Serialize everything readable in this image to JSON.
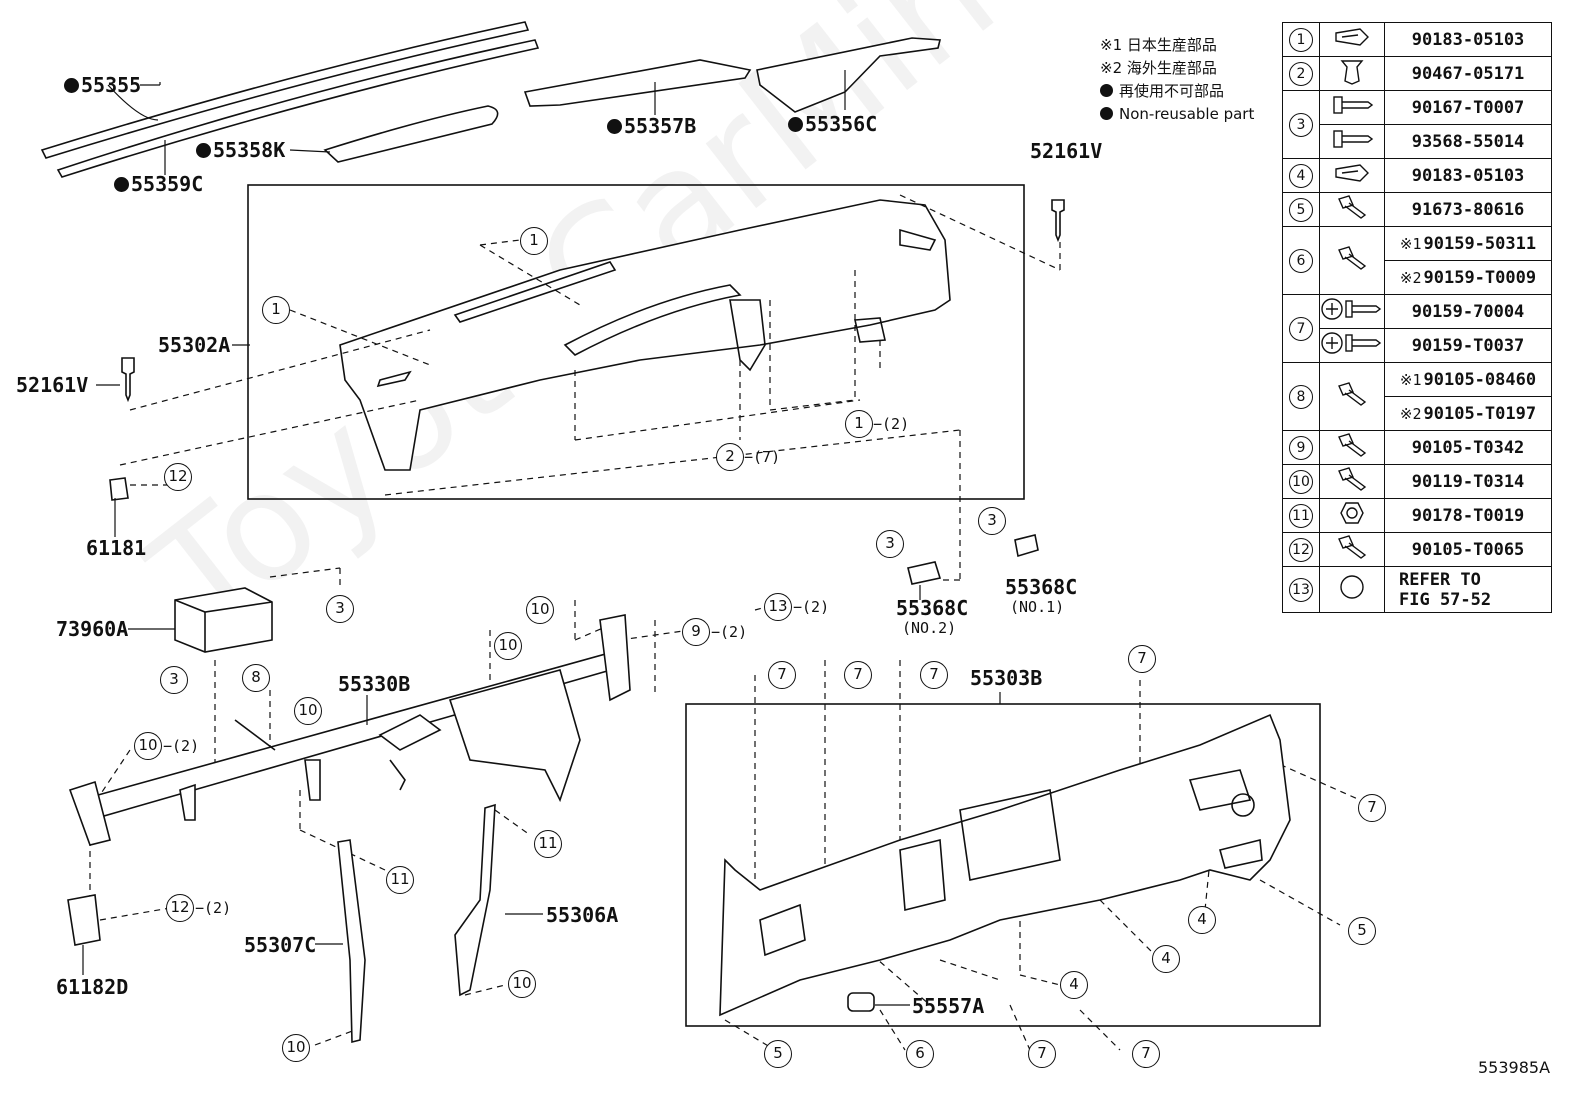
{
  "legend": {
    "note1": "※1 日本生産部品",
    "note2": "※2 海外生産部品",
    "note3": "再使用不可部品",
    "note4": "Non-reusable part"
  },
  "figure_number": "553985A",
  "watermark": "ToyotaCarMine",
  "labels": {
    "p55355": "55355",
    "p55359C": "55359C",
    "p55358K": "55358K",
    "p55357B": "55357B",
    "p55356C": "55356C",
    "p52161V_right": "52161V",
    "p55302A": "55302A",
    "p52161V_left": "52161V",
    "p61181": "61181",
    "p55368C_no2": "55368C",
    "p55368C_no2_sub": "(NO.2)",
    "p55368C_no1": "55368C",
    "p55368C_no1_sub": "(NO.1)",
    "p73960A": "73960A",
    "p55330B": "55330B",
    "p55303B": "55303B",
    "p55306A": "55306A",
    "p55307C": "55307C",
    "p61182D": "61182D",
    "p55557A": "55557A"
  },
  "qty": {
    "q1_2": "−(2)",
    "q2_7": "−(7)",
    "q13_2": "−(2)",
    "q9_2": "−(2)",
    "q10_2": "−(2)",
    "q12_2": "−(2)"
  },
  "callouts": {
    "c1": "1",
    "c2": "2",
    "c3": "3",
    "c4": "4",
    "c5": "5",
    "c6": "6",
    "c7": "7",
    "c8": "8",
    "c9": "9",
    "c10": "10",
    "c11": "11",
    "c12": "12",
    "c13": "13"
  },
  "parts_table": {
    "r1": {
      "no": "1",
      "pn": "90183-05103"
    },
    "r2": {
      "no": "2",
      "pn": "90467-05171"
    },
    "r3": {
      "no": "3",
      "pn_a": "90167-T0007",
      "pn_b": "93568-55014"
    },
    "r4": {
      "no": "4",
      "pn": "90183-05103"
    },
    "r5": {
      "no": "5",
      "pn": "91673-80616"
    },
    "r6": {
      "no": "6",
      "mk_a": "※1",
      "pn_a": "90159-50311",
      "mk_b": "※2",
      "pn_b": "90159-T0009"
    },
    "r7": {
      "no": "7",
      "pn_a": "90159-70004",
      "pn_b": "90159-T0037"
    },
    "r8": {
      "no": "8",
      "mk_a": "※1",
      "pn_a": "90105-08460",
      "mk_b": "※2",
      "pn_b": "90105-T0197"
    },
    "r9": {
      "no": "9",
      "pn": "90105-T0342"
    },
    "r10": {
      "no": "10",
      "pn": "90119-T0314"
    },
    "r11": {
      "no": "11",
      "pn": "90178-T0019"
    },
    "r12": {
      "no": "12",
      "pn": "90105-T0065"
    },
    "r13": {
      "no": "13",
      "ref_a": "REFER TO",
      "ref_b": "FIG 57-52"
    }
  }
}
